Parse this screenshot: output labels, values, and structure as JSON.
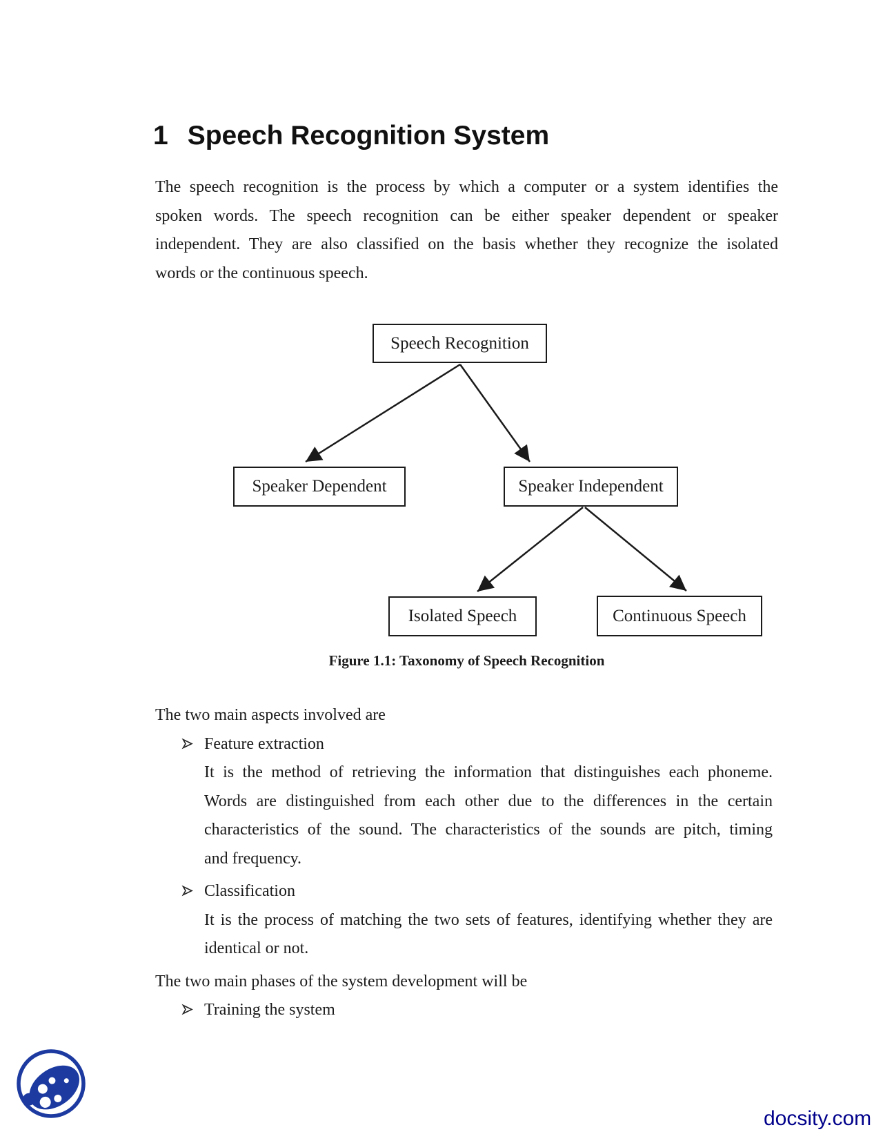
{
  "document": {
    "section": {
      "number": "1",
      "title": "Speech Recognition System"
    },
    "intro": {
      "lines": [
        "The speech recognition is the process by which a computer or a system identifies the",
        "spoken words. The speech recognition can be either speaker dependent or speaker",
        "independent. They are also classified on the basis whether they recognize the isolated",
        "words or the continuous speech."
      ]
    },
    "figure": {
      "nodes": {
        "root": "Speech Recognition",
        "left": "Speaker Dependent",
        "right": "Speaker Independent",
        "leaf_left": "Isolated Speech",
        "leaf_right": "Continuous Speech"
      },
      "caption": "Figure 1.1: Taxonomy of Speech Recognition"
    },
    "aspects": {
      "heading": "The two main aspects involved are",
      "bullet_marker": "➢",
      "items": [
        {
          "label": "Feature extraction",
          "desc_lines": [
            "It is the method of retrieving the information that distinguishes each phoneme.",
            "Words are distinguished from each other due to the differences in the certain",
            "characteristics of the sound. The characteristics of the sounds are pitch, timing",
            "and frequency."
          ]
        },
        {
          "label": "Classification",
          "desc_lines": [
            "It is the process of matching the two sets of features, identifying whether they are",
            "identical or not."
          ]
        }
      ]
    },
    "phases": {
      "heading": "The two main phases of the system development will be",
      "items": [
        {
          "label": "Training the system"
        }
      ]
    },
    "watermark": {
      "site": "docsity.com",
      "brand_blue": "#1c3aa0",
      "link_blue": "#00008b"
    }
  }
}
